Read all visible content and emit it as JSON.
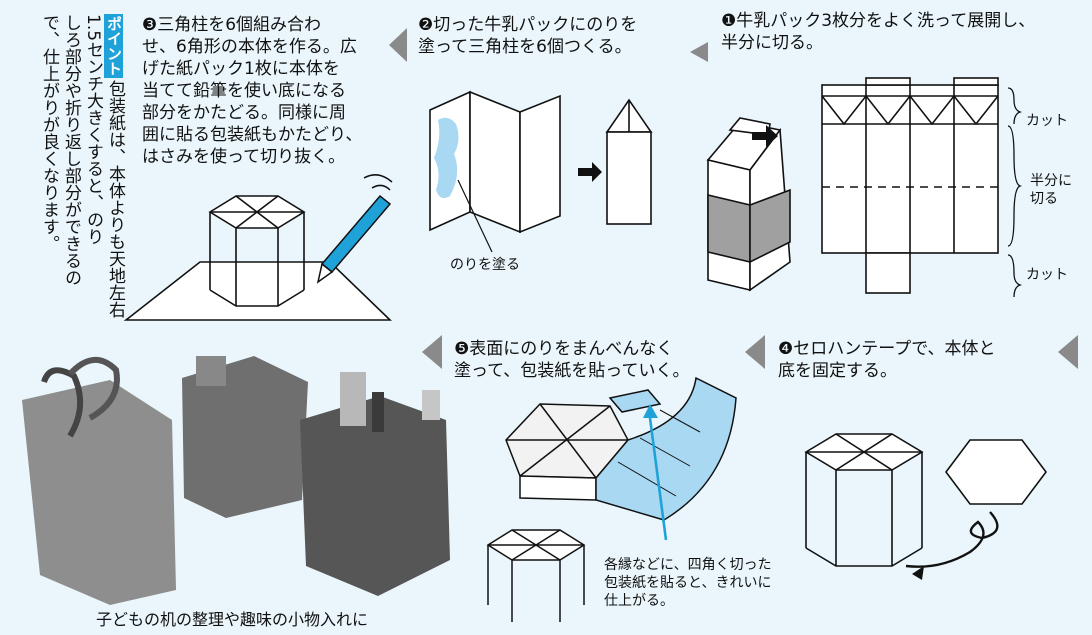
{
  "steps": {
    "s1": "❶牛乳パック3枚分をよく洗って展開し、\n半分に切る。",
    "s2": "❷切った牛乳パックにのりを\n塗って三角柱を6個つくる。",
    "s3": "❸三角柱を6個組み合わ\nせ、6角形の本体を作る。広\nげた紙パック1枚に本体を\n当てて鉛筆を使い底になる\n部分をかたどる。同様に周\n囲に貼る包装紙もかたどり、\nはさみを使って切り抜く。",
    "s4": "❹セロハンテープで、本体と\n底を固定する。",
    "s5": "❺表面にのりをまんべんなく\n塗って、包装紙を貼っていく。"
  },
  "labels": {
    "cut_top": "カット",
    "half": "半分に\n切る",
    "cut_bottom": "カット",
    "glue": "のりを塗る",
    "edges": "各縁などに、四角く切った\n包装紙を貼ると、きれいに\n仕上がる。"
  },
  "point": {
    "badge": "ポイント",
    "col1": "包装紙は、本体よりも天地左右",
    "col2": "1.5センチ大きくすると、のり",
    "col3": "しろ部分や折り返し部分ができるの",
    "col4": "で、仕上がりが良くなります。"
  },
  "photo_caption": "子どもの机の整理や趣味の小物入れに",
  "colors": {
    "background": "#eaf6fb",
    "accent": "#1ea2d8",
    "glue": "#a9d8f2",
    "arrow": "#8a8a8a"
  }
}
